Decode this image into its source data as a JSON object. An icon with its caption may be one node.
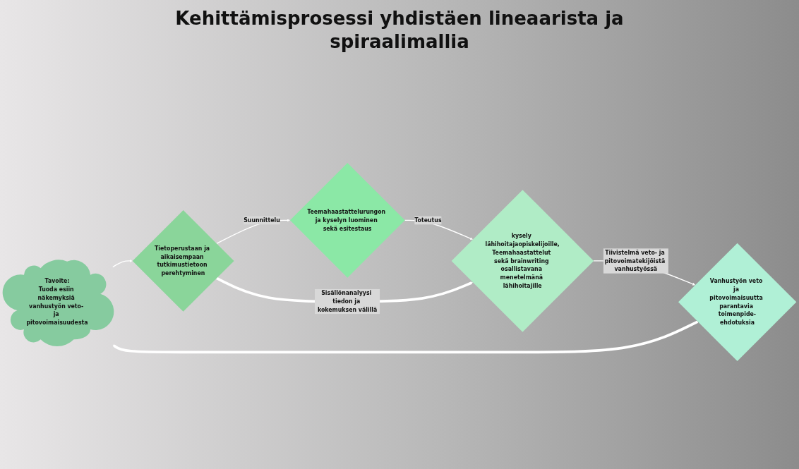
{
  "diagram": {
    "title": "Kehittämisprosessi yhdistäen lineaarista ja spiraalimallia",
    "nodes": [
      {
        "text": [
          "Tavoite:",
          "Tuoda esiin näkemyksiä vanhustyön veto- ja pitovoimaisuudesta"
        ]
      },
      {
        "text": [
          "Tietoperustaan ja aikaisempaan tutkimustietoon perehtyminen"
        ]
      },
      {
        "text": [
          "Teemahaastattelurungon ja kyselyn luominen sekä esitestaus"
        ]
      },
      {
        "text": [
          "kysely lähihoitajaopiskelijoille,",
          "Teemahaastattelut sekä brainwriting osallistavana menetelmänä lähihoitajille"
        ]
      },
      {
        "text": [
          "Vanhustyön veto ja pitovoimaisuutta parantavia toimenpide-ehdotuksia"
        ]
      }
    ],
    "edges": [
      {
        "from": 0,
        "to": 1,
        "arrow": "to"
      },
      {
        "from": 1,
        "to": 2,
        "arrow": "to",
        "label": "Suunnittelu"
      },
      {
        "from": 2,
        "to": 3,
        "arrow": "to",
        "label": "Toteutus"
      },
      {
        "from": 1,
        "to": 3,
        "arrow": "to",
        "label": "Sisällönanalyysi tiedon ja kokemuksen välillä",
        "style": "thick"
      },
      {
        "from": 3,
        "to": 4,
        "arrow": "to",
        "label": "Tiivistelmä veto- ja pitovoimatekijöistä vanhustyössä"
      },
      {
        "from": 4,
        "to": 0,
        "arrow": "to",
        "style": "thick"
      }
    ]
  }
}
